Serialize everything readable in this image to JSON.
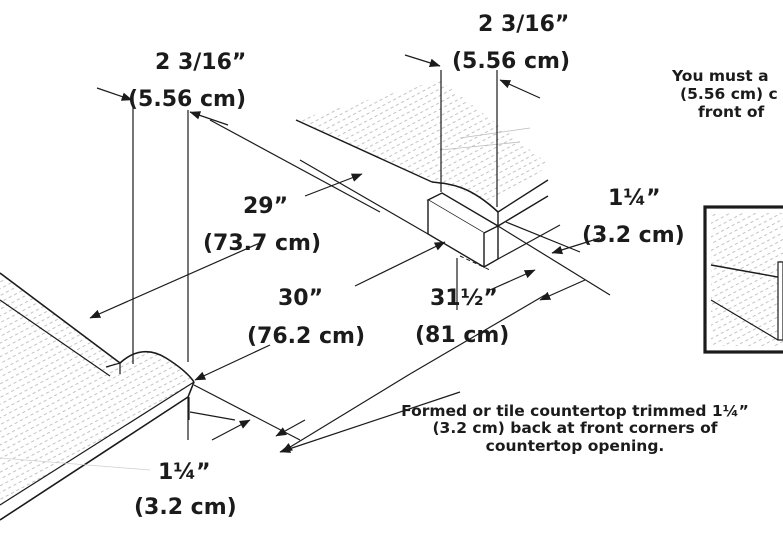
{
  "dimensions": {
    "top_left_width": {
      "imperial": "2 3/16”",
      "metric": "(5.56 cm)"
    },
    "top_right_width": {
      "imperial": "2 3/16”",
      "metric": "(5.56 cm)"
    },
    "depth_29": {
      "imperial": "29”",
      "metric": "(73.7 cm)"
    },
    "depth_30": {
      "imperial": "30”",
      "metric": "(76.2 cm)"
    },
    "depth_31": {
      "imperial": "31½”",
      "metric": "(81 cm)"
    },
    "trim_right": {
      "imperial": "1¼”",
      "metric": "(3.2 cm)"
    },
    "trim_front": {
      "imperial": "1¼”",
      "metric": "(3.2 cm)"
    }
  },
  "notes": {
    "caption_lines": [
      "Formed or tile countertop trimmed 1¼”",
      "(3.2 cm) back at front corners of",
      "countertop opening."
    ],
    "side_note_lines": [
      "You must a",
      "(5.56 cm) c",
      "front of"
    ]
  },
  "colors": {
    "ink": "#1b1b1b",
    "paper": "#ffffff",
    "stipple": "#9a9a9a"
  }
}
